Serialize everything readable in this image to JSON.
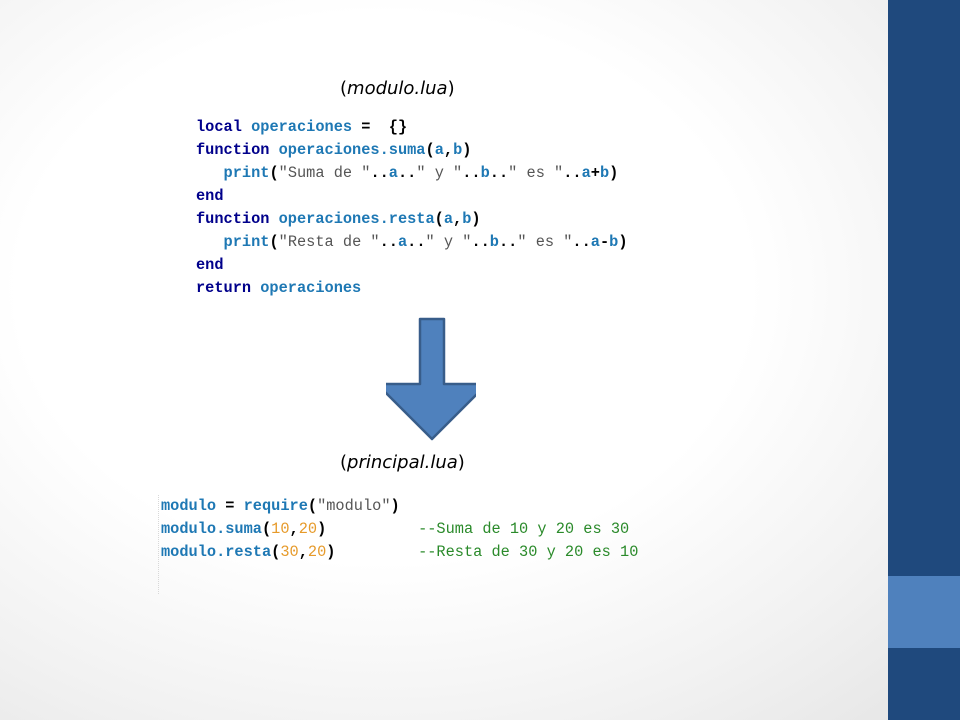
{
  "slide": {
    "caption_top": {
      "open": "(",
      "name": "modulo.lua",
      "close": ")"
    },
    "caption_bottom": {
      "open": "(",
      "name": "principal.lua",
      "close": ")"
    }
  },
  "module_code": {
    "l1": {
      "a": "local",
      "b": " operaciones",
      "c": " =  {}"
    },
    "l2": {
      "a": "function",
      "b": " operaciones.suma",
      "c": "(",
      "d": "a",
      "e": ",",
      "f": "b",
      "g": ")"
    },
    "l3": {
      "ind": "   ",
      "a": "print",
      "b": "(",
      "s1": "\"Suma de \"",
      "o1": "..",
      "v1": "a",
      "o2": "..",
      "s2": "\" y \"",
      "o3": "..",
      "v2": "b",
      "o4": "..",
      "s3": "\" es \"",
      "o5": "..",
      "v3": "a",
      "o6": "+",
      "v4": "b",
      "c": ")"
    },
    "l4": {
      "a": "end"
    },
    "l5": {
      "a": "function",
      "b": " operaciones.resta",
      "c": "(",
      "d": "a",
      "e": ",",
      "f": "b",
      "g": ")"
    },
    "l6": {
      "ind": "   ",
      "a": "print",
      "b": "(",
      "s1": "\"Resta de \"",
      "o1": "..",
      "v1": "a",
      "o2": "..",
      "s2": "\" y \"",
      "o3": "..",
      "v2": "b",
      "o4": "..",
      "s3": "\" es \"",
      "o5": "..",
      "v3": "a",
      "o6": "-",
      "v4": "b",
      "c": ")"
    },
    "l7": {
      "a": "end"
    },
    "l8": {
      "a": "return",
      "b": " operaciones"
    }
  },
  "main_code": {
    "l1": {
      "a": "modulo",
      "b": " = ",
      "c": "require",
      "d": "(",
      "e": "\"modulo\"",
      "f": ")"
    },
    "l2": {
      "a": "modulo.suma",
      "b": "(",
      "n1": "10",
      "c": ",",
      "n2": "20",
      "d": ")",
      "pad": "          ",
      "cmt": "--Suma de 10 y 20 es 30"
    },
    "l3": {
      "a": "modulo.resta",
      "b": "(",
      "n1": "30",
      "c": ",",
      "n2": "20",
      "d": ")",
      "pad": "         ",
      "cmt": "--Resta de 30 y 20 es 10"
    }
  },
  "colors": {
    "band": "#1f497d",
    "band_accent": "#4f81bd",
    "arrow_fill": "#4f81bd",
    "arrow_stroke": "#385d8a"
  },
  "icons": {
    "arrow": "arrow-down-icon"
  }
}
